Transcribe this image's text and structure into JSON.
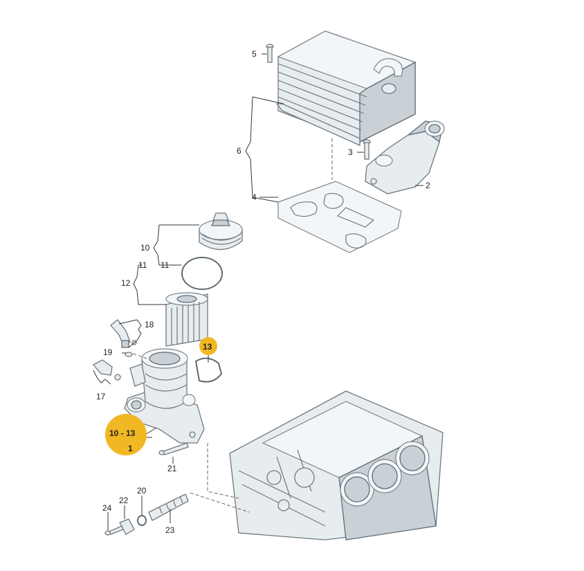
{
  "diagram": {
    "colors": {
      "highlight": "#f2b824",
      "line": "#333333",
      "part": "#e7ecef"
    },
    "labels": {
      "p1": "1",
      "p2": "2",
      "p3": "3",
      "p4": "4",
      "p5": "5",
      "p6": "6",
      "p10": "10",
      "p10_13": "10 - 13",
      "p11a": "11",
      "p11b": "11",
      "p12": "12",
      "p13": "13",
      "p17": "17",
      "p18": "18",
      "p19": "19",
      "p20": "20",
      "p21": "21",
      "p22": "22",
      "p23": "23",
      "p24": "24"
    }
  }
}
